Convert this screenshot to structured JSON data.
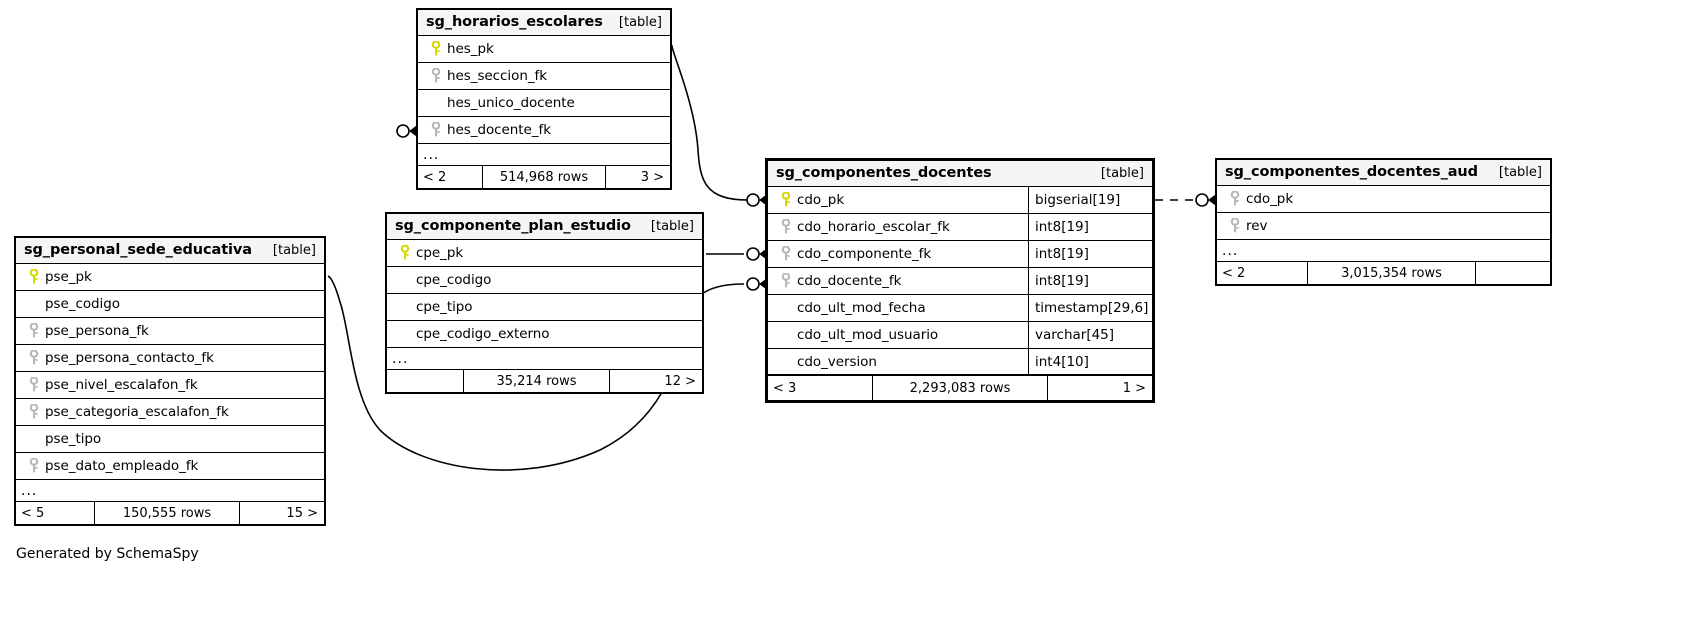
{
  "diagram": {
    "generator_caption": "Generated by SchemaSpy",
    "table_tag": "[table]",
    "ellipsis": "...",
    "pk_icon": "primary-key-icon",
    "fk_icon": "foreign-key-icon",
    "pk_color": "#d6d600",
    "fk_color": "#b8b8b8",
    "header_bg": "#f5f5f5",
    "border_color": "#000000"
  },
  "tables": [
    {
      "id": "sg_horarios_escolares",
      "name": "sg_horarios_escolares",
      "tag": "[table]",
      "columns": [
        {
          "name": "hes_pk",
          "key": "pk",
          "type": ""
        },
        {
          "name": "hes_seccion_fk",
          "key": "fk",
          "type": ""
        },
        {
          "name": "hes_unico_docente",
          "key": "none",
          "type": ""
        },
        {
          "name": "hes_docente_fk",
          "key": "fk",
          "type": ""
        }
      ],
      "ellipsis": "...",
      "footer": {
        "left": "< 2",
        "middle": "514,968 rows",
        "right": "3 >"
      }
    },
    {
      "id": "sg_componente_plan_estudio",
      "name": "sg_componente_plan_estudio",
      "tag": "[table]",
      "columns": [
        {
          "name": "cpe_pk",
          "key": "pk",
          "type": ""
        },
        {
          "name": "cpe_codigo",
          "key": "none",
          "type": ""
        },
        {
          "name": "cpe_tipo",
          "key": "none",
          "type": ""
        },
        {
          "name": "cpe_codigo_externo",
          "key": "none",
          "type": ""
        }
      ],
      "ellipsis": "...",
      "footer": {
        "left": "",
        "middle": "35,214 rows",
        "right": "12 >"
      }
    },
    {
      "id": "sg_personal_sede_educativa",
      "name": "sg_personal_sede_educativa",
      "tag": "[table]",
      "columns": [
        {
          "name": "pse_pk",
          "key": "pk",
          "type": ""
        },
        {
          "name": "pse_codigo",
          "key": "none",
          "type": ""
        },
        {
          "name": "pse_persona_fk",
          "key": "fk",
          "type": ""
        },
        {
          "name": "pse_persona_contacto_fk",
          "key": "fk",
          "type": ""
        },
        {
          "name": "pse_nivel_escalafon_fk",
          "key": "fk",
          "type": ""
        },
        {
          "name": "pse_categoria_escalafon_fk",
          "key": "fk",
          "type": ""
        },
        {
          "name": "pse_tipo",
          "key": "none",
          "type": ""
        },
        {
          "name": "pse_dato_empleado_fk",
          "key": "fk",
          "type": ""
        }
      ],
      "ellipsis": "...",
      "footer": {
        "left": "< 5",
        "middle": "150,555 rows",
        "right": "15 >"
      }
    },
    {
      "id": "sg_componentes_docentes",
      "name": "sg_componentes_docentes",
      "tag": "[table]",
      "columns": [
        {
          "name": "cdo_pk",
          "key": "pk",
          "type": "bigserial[19]"
        },
        {
          "name": "cdo_horario_escolar_fk",
          "key": "fk",
          "type": "int8[19]"
        },
        {
          "name": "cdo_componente_fk",
          "key": "fk",
          "type": "int8[19]"
        },
        {
          "name": "cdo_docente_fk",
          "key": "fk",
          "type": "int8[19]"
        },
        {
          "name": "cdo_ult_mod_fecha",
          "key": "none",
          "type": "timestamp[29,6]"
        },
        {
          "name": "cdo_ult_mod_usuario",
          "key": "none",
          "type": "varchar[45]"
        },
        {
          "name": "cdo_version",
          "key": "none",
          "type": "int4[10]"
        }
      ],
      "ellipsis": "",
      "footer": {
        "left": "< 3",
        "middle": "2,293,083 rows",
        "right": "1 >"
      }
    },
    {
      "id": "sg_componentes_docentes_aud",
      "name": "sg_componentes_docentes_aud",
      "tag": "[table]",
      "columns": [
        {
          "name": "cdo_pk",
          "key": "fk",
          "type": ""
        },
        {
          "name": "rev",
          "key": "fk",
          "type": ""
        }
      ],
      "ellipsis": "...",
      "footer": {
        "left": "< 2",
        "middle": "3,015,354 rows",
        "right": ""
      }
    }
  ],
  "relationships": [
    {
      "from": "sg_componentes_docentes.cdo_horario_escolar_fk",
      "to": "sg_horarios_escolares.hes_docente_fk",
      "style": "solid"
    },
    {
      "from": "sg_componentes_docentes.cdo_componente_fk",
      "to": "sg_componente_plan_estudio.cpe_pk",
      "style": "solid"
    },
    {
      "from": "sg_componentes_docentes.cdo_docente_fk",
      "to": "sg_personal_sede_educativa.pse_pk",
      "style": "solid"
    },
    {
      "from": "sg_componentes_docentes_aud.cdo_pk",
      "to": "sg_componentes_docentes.cdo_pk",
      "style": "dashed"
    }
  ]
}
